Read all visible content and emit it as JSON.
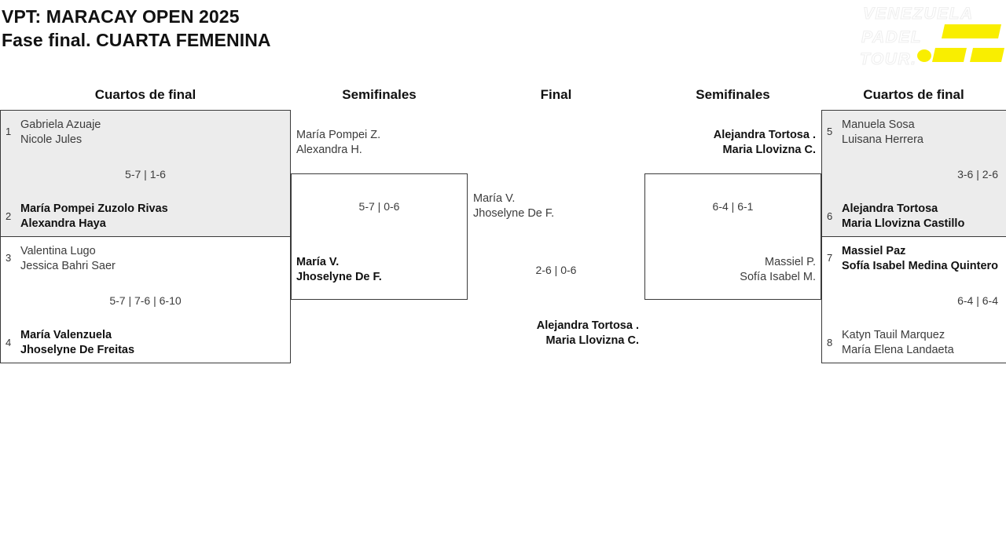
{
  "title": {
    "line1": "VPT: MARACAY OPEN 2025",
    "line2": "Fase final. CUARTA FEMENINA"
  },
  "logo": {
    "line1": "VENEZUELA",
    "line2": "PADEL",
    "line3": "TOUR.",
    "accent_color": "#f9ee00",
    "text_color": "#ffffff"
  },
  "headers": {
    "left_quarters": "Cuartos de final",
    "left_semis": "Semifinales",
    "final": "Final",
    "right_semis": "Semifinales",
    "right_quarters": "Cuartos de final"
  },
  "bracket": {
    "left_quarters": [
      {
        "shaded": true,
        "top_seed": "1",
        "top_p1": "Gabriela Azuaje",
        "top_p2": "Nicole Jules",
        "top_winner": false,
        "score": "5-7 | 1-6",
        "bottom_seed": "2",
        "bottom_p1": "María Pompei Zuzolo Rivas",
        "bottom_p2": "Alexandra Haya",
        "bottom_winner": true
      },
      {
        "shaded": false,
        "top_seed": "3",
        "top_p1": "Valentina Lugo",
        "top_p2": "Jessica Bahri Saer",
        "top_winner": false,
        "score": "5-7 | 7-6 | 6-10",
        "bottom_seed": "4",
        "bottom_p1": "María Valenzuela",
        "bottom_p2": "Jhoselyne De Freitas",
        "bottom_winner": true
      }
    ],
    "left_semi": {
      "top_p1": "María Pompei Z.",
      "top_p2": "Alexandra H.",
      "top_winner": false,
      "score": "5-7 | 0-6",
      "bottom_p1": "María V.",
      "bottom_p2": "Jhoselyne De F.",
      "bottom_winner": true
    },
    "final": {
      "top_p1": "María V.",
      "top_p2": "Jhoselyne De F.",
      "top_winner": false,
      "score": "2-6 | 0-6",
      "bottom_p1": "Alejandra Tortosa .",
      "bottom_p2": "Maria Llovizna C.",
      "bottom_winner": true
    },
    "right_semi": {
      "top_p1": "Alejandra Tortosa .",
      "top_p2": "Maria Llovizna C.",
      "top_winner": true,
      "score": "6-4 | 6-1",
      "bottom_p1": "Massiel P.",
      "bottom_p2": "Sofía Isabel M.",
      "bottom_winner": false
    },
    "right_quarters": [
      {
        "shaded": true,
        "top_seed": "5",
        "top_p1": "Manuela Sosa",
        "top_p2": "Luisana Herrera",
        "top_winner": false,
        "score": "3-6 | 2-6",
        "bottom_seed": "6",
        "bottom_p1": "Alejandra Tortosa",
        "bottom_p2": "Maria Llovizna Castillo",
        "bottom_winner": true
      },
      {
        "shaded": false,
        "top_seed": "7",
        "top_p1": "Massiel Paz",
        "top_p2": "Sofía Isabel Medina Quintero",
        "top_winner": true,
        "score": "6-4 | 6-4",
        "bottom_seed": "8",
        "bottom_p1": "Katyn Tauil Marquez",
        "bottom_p2": "María Elena Landaeta",
        "bottom_winner": false
      }
    ]
  }
}
